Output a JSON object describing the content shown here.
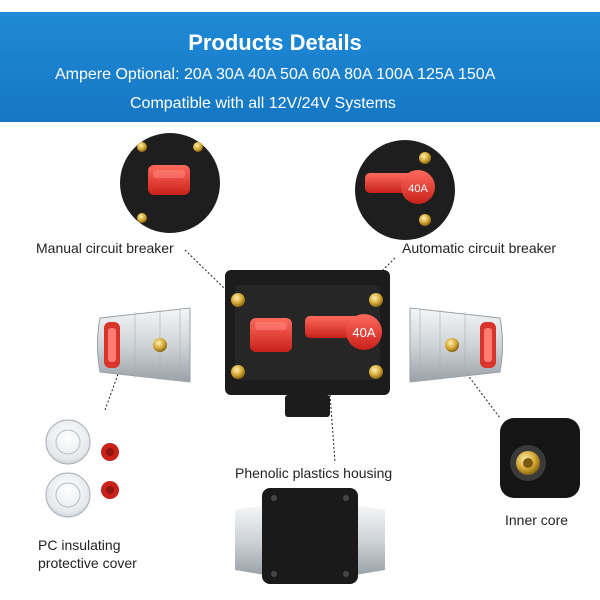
{
  "banner": {
    "title": "Products Details",
    "line1": "Ampere Optional: 20A 30A 40A 50A 60A 80A 100A 125A 150A",
    "line2": "Compatible with all 12V/24V Systems",
    "color": "#1a82cf"
  },
  "labels": {
    "manual": "Manual circuit breaker",
    "automatic": "Automatic circuit breaker",
    "housing": "Phenolic plastics housing",
    "inner_core": "Inner core",
    "cover_line1": "PC insulating",
    "cover_line2": "protective cover"
  },
  "breaker": {
    "rating": "40A",
    "rating_zoom": "40A",
    "accent": "#e8332b",
    "body_color": "#1c1c1c"
  }
}
